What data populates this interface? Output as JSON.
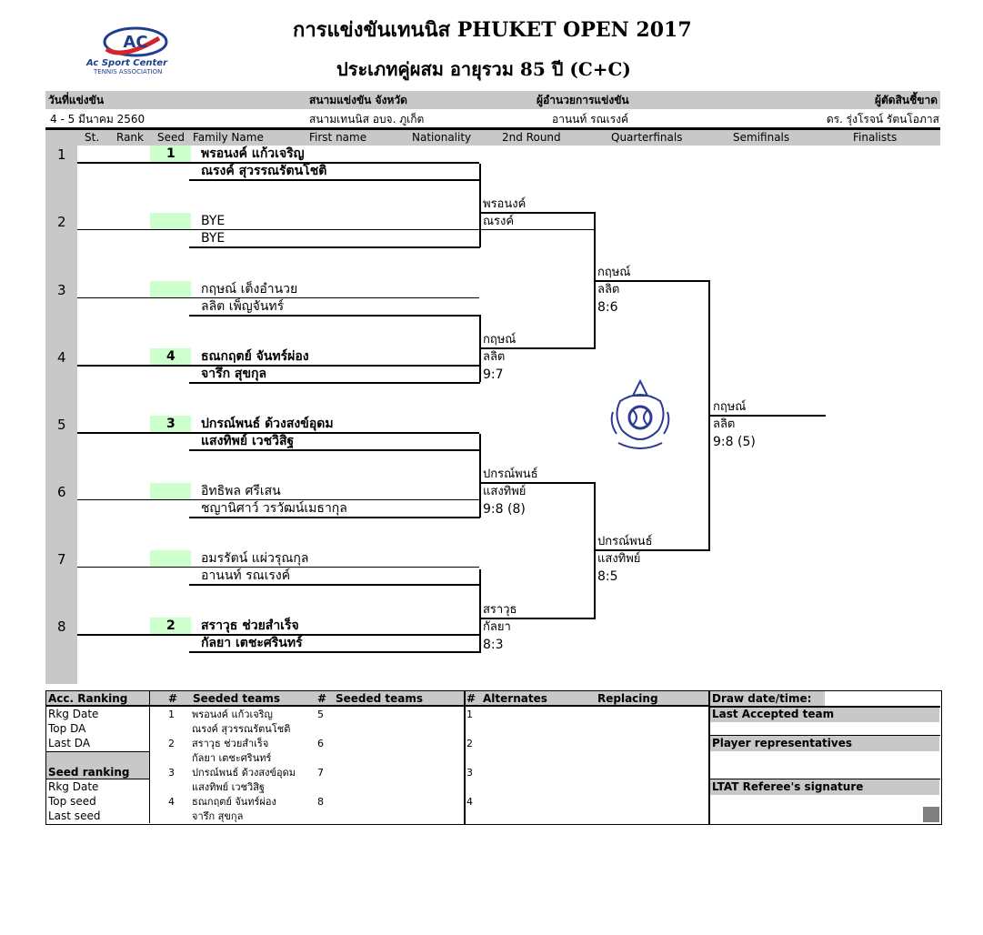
{
  "logo": {
    "mark": "AC",
    "line1": "Ac Sport Center",
    "line2": "TENNIS ASSOCIATION"
  },
  "title": "การแข่งขันเทนนิส  PHUKET  OPEN  2017",
  "subtitle": "ประเภทคู่ผสม อายุรวม  85  ปี  (C+C)",
  "info": {
    "date_label": "วันที่แข่งขัน",
    "date_value": "4 - 5  มีนาคม  2560",
    "venue_label": "สนามแข่งขัน จังหวัด",
    "venue_value": "สนามเทนนิส อบจ. ภูเก็ต",
    "director_label": "ผู้อำนวยการแข่งขัน",
    "director_value": "อานนท์  รณเรงค์",
    "referee_label": "ผู้ตัดสินชี้ขาด",
    "referee_value": "ดร. รุ่งโรจน์  รัตนโอภาส"
  },
  "columns": {
    "st": "St.",
    "rank": "Rank",
    "seed": "Seed",
    "family": "Family Name",
    "first": "First name",
    "nat": "Nationality",
    "r2": "2nd Round",
    "qf": "Quarterfinals",
    "sf": "Semifinals",
    "fin": "Finalists"
  },
  "draw": [
    {
      "num": "1",
      "seed": "1",
      "p1": "พรอนงค์  แก้วเจริญ",
      "p2": "ณรงค์  สุวรรณรัตนโชติ",
      "bold": true
    },
    {
      "num": "2",
      "seed": "",
      "p1": "BYE",
      "p2": "BYE",
      "bold": false
    },
    {
      "num": "3",
      "seed": "",
      "p1": "กฤษณ์  เต็งอำนวย",
      "p2": "ลลิต  เพ็ญจันทร์",
      "bold": false
    },
    {
      "num": "4",
      "seed": "4",
      "p1": "ธณกฤตย์  จันทร์ผ่อง",
      "p2": "จารึก  สุขกุล",
      "bold": true
    },
    {
      "num": "5",
      "seed": "3",
      "p1": "ปกรณ์พนธ์  ด้วงสงข์อุดม",
      "p2": "แสงทิพย์  เวชวิสิฐ",
      "bold": true
    },
    {
      "num": "6",
      "seed": "",
      "p1": "อิทธิพล  ศรีเสน",
      "p2": "ชญานิศาว์  วรวัฒน์เมธากุล",
      "bold": false
    },
    {
      "num": "7",
      "seed": "",
      "p1": "อมรรัตน์  แผ่วรุณกุล",
      "p2": "อานนท์  รณเรงค์",
      "bold": false
    },
    {
      "num": "8",
      "seed": "2",
      "p1": "สราวุธ  ช่วยสำเร็จ",
      "p2": "กัลยา  เตชะศรินทร์",
      "bold": true
    }
  ],
  "r2": [
    {
      "a": "พรอนงค์",
      "b": "ณรงค์",
      "score": ""
    },
    {
      "a": "กฤษณ์",
      "b": "ลลิต",
      "score": "9:7"
    },
    {
      "a": "ปกรณ์พนธ์",
      "b": "แสงทิพย์",
      "score": "9:8 (8)"
    },
    {
      "a": "สราวุธ",
      "b": "กัลยา",
      "score": "8:3"
    }
  ],
  "qf": [
    {
      "a": "กฤษณ์",
      "b": "ลลิต",
      "score": "8:6"
    },
    {
      "a": "ปกรณ์พนธ์",
      "b": "แสงทิพย์",
      "score": "8:5"
    }
  ],
  "sf": {
    "a": "กฤษณ์",
    "b": "ลลิต",
    "score": "9:8 (5)"
  },
  "footer": {
    "acc": "Acc. Ranking",
    "hash": "#",
    "seeded": "Seeded teams",
    "alternates": "Alternates",
    "replacing": "Replacing",
    "drawdate": "Draw date/time:",
    "last_accepted": "Last Accepted team",
    "player_reps": "Player representatives",
    "referee_sig": "LTAT Referee's signature",
    "rkg_date": "Rkg Date",
    "top_da": "Top DA",
    "last_da": "Last DA",
    "seed_ranking": "Seed ranking",
    "top_seed": "Top seed",
    "last_seed": "Last seed",
    "seeds": [
      {
        "n": "1",
        "a": "พรอนงค์  แก้วเจริญ",
        "b": "ณรงค์  สุวรรณรัตนโชติ"
      },
      {
        "n": "2",
        "a": "สราวุธ  ช่วยสำเร็จ",
        "b": "กัลยา  เตชะศรินทร์"
      },
      {
        "n": "3",
        "a": "ปกรณ์พนธ์  ด้วงสงข์อุดม",
        "b": "แสงทิพย์  เวชวิสิฐ"
      },
      {
        "n": "4",
        "a": "ธณกฤตย์  จันทร์ผ่อง",
        "b": "จารึก  สุขกุล"
      }
    ],
    "seeds2": [
      "5",
      "6",
      "7",
      "8"
    ],
    "alts": [
      "1",
      "2",
      "3",
      "4"
    ]
  }
}
